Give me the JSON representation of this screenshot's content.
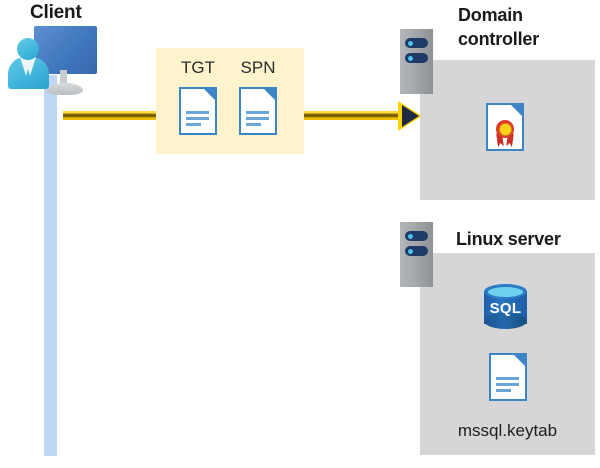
{
  "diagram": {
    "title": "Kerberos SPN/TGT flow from client to domain controller and Linux SQL server",
    "background": "#ffffff",
    "colors": {
      "flow_yellow": "#ffd400",
      "token_panel_yellow": "#fdf3cd",
      "lifeline_blue": "#bdd7f5",
      "zone_gray": "#d6d6d6",
      "doc_blue": "#3c86c8",
      "server_navy": "#1f3a66",
      "sql_blue": "#2a75c2",
      "cert_red": "#e03a2f",
      "cert_gold": "#ffd21e",
      "title_text": "#1a1a1a"
    }
  },
  "client": {
    "title": "Client",
    "icon": "user-monitor-icon",
    "lifeline": "client-lifeline"
  },
  "flow": {
    "direction": "left-to-right",
    "arrow_icon": "arrow-right-icon",
    "tokens": [
      {
        "label": "TGT",
        "icon": "document-icon"
      },
      {
        "label": "SPN",
        "icon": "document-icon"
      }
    ]
  },
  "domain_controller": {
    "title": "Domain controller",
    "title_line_1": "Domain",
    "title_line_2": "controller",
    "server_icon": "server-icon",
    "contents": [
      {
        "label": "",
        "icon": "certificate-icon"
      }
    ]
  },
  "linux_server": {
    "title": "Linux server",
    "server_icon": "server-icon",
    "contents": [
      {
        "label": "SQL",
        "icon": "sql-database-icon"
      },
      {
        "label": "mssql.keytab",
        "icon": "document-icon"
      }
    ],
    "keytab_caption": "mssql.keytab",
    "sql_label": "SQL"
  }
}
